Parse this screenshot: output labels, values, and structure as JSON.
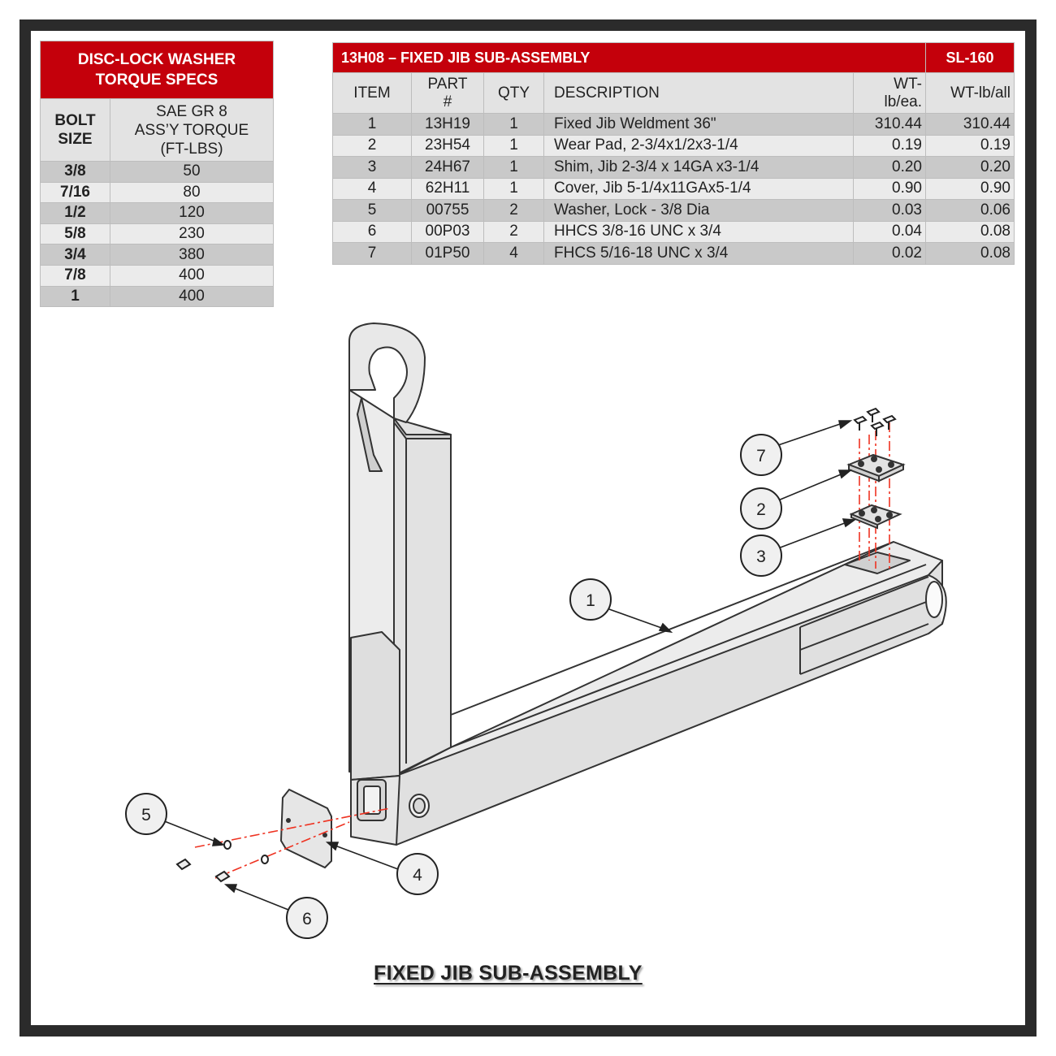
{
  "torque_table": {
    "title_line1": "DISC-LOCK WASHER",
    "title_line2": "TORQUE SPECS",
    "col1_line1": "BOLT",
    "col1_line2": "SIZE",
    "col2_line1": "SAE GR 8",
    "col2_line2": "ASS’Y TORQUE",
    "col2_line3": "(FT-LBS)",
    "rows": [
      {
        "size": "3/8",
        "torque": "50"
      },
      {
        "size": "7/16",
        "torque": "80"
      },
      {
        "size": "1/2",
        "torque": "120"
      },
      {
        "size": "5/8",
        "torque": "230"
      },
      {
        "size": "3/4",
        "torque": "380"
      },
      {
        "size": "7/8",
        "torque": "400"
      },
      {
        "size": "1",
        "torque": "400"
      }
    ]
  },
  "parts_table": {
    "title": "13H08 – FIXED JIB SUB-ASSEMBLY",
    "code": "SL-160",
    "headers": {
      "item": "ITEM",
      "part_line1": "PART",
      "part_line2": "#",
      "qty": "QTY",
      "description": "DESCRIPTION",
      "wt_ea_line1": "WT-",
      "wt_ea_line2": "lb/ea.",
      "wt_all": "WT-lb/all"
    },
    "rows": [
      {
        "item": "1",
        "part": "13H19",
        "qty": "1",
        "description": "Fixed Jib Weldment 36\"",
        "wt_ea": "310.44",
        "wt_all": "310.44"
      },
      {
        "item": "2",
        "part": "23H54",
        "qty": "1",
        "description": "Wear Pad, 2-3/4x1/2x3-1/4",
        "wt_ea": "0.19",
        "wt_all": "0.19"
      },
      {
        "item": "3",
        "part": "24H67",
        "qty": "1",
        "description": "Shim, Jib 2-3/4 x 14GA x3-1/4",
        "wt_ea": "0.20",
        "wt_all": "0.20"
      },
      {
        "item": "4",
        "part": "62H11",
        "qty": "1",
        "description": "Cover, Jib 5-1/4x11GAx5-1/4",
        "wt_ea": "0.90",
        "wt_all": "0.90"
      },
      {
        "item": "5",
        "part": "00755",
        "qty": "2",
        "description": "Washer, Lock - 3/8 Dia",
        "wt_ea": "0.03",
        "wt_all": "0.06"
      },
      {
        "item": "6",
        "part": "00P03",
        "qty": "2",
        "description": "HHCS 3/8-16 UNC x 3/4",
        "wt_ea": "0.04",
        "wt_all": "0.08"
      },
      {
        "item": "7",
        "part": "01P50",
        "qty": "4",
        "description": "FHCS 5/16-18 UNC x 3/4",
        "wt_ea": "0.02",
        "wt_all": "0.08"
      }
    ]
  },
  "diagram": {
    "title": "FIXED JIB SUB-ASSEMBLY",
    "callouts": [
      "1",
      "2",
      "3",
      "4",
      "5",
      "6",
      "7"
    ]
  }
}
